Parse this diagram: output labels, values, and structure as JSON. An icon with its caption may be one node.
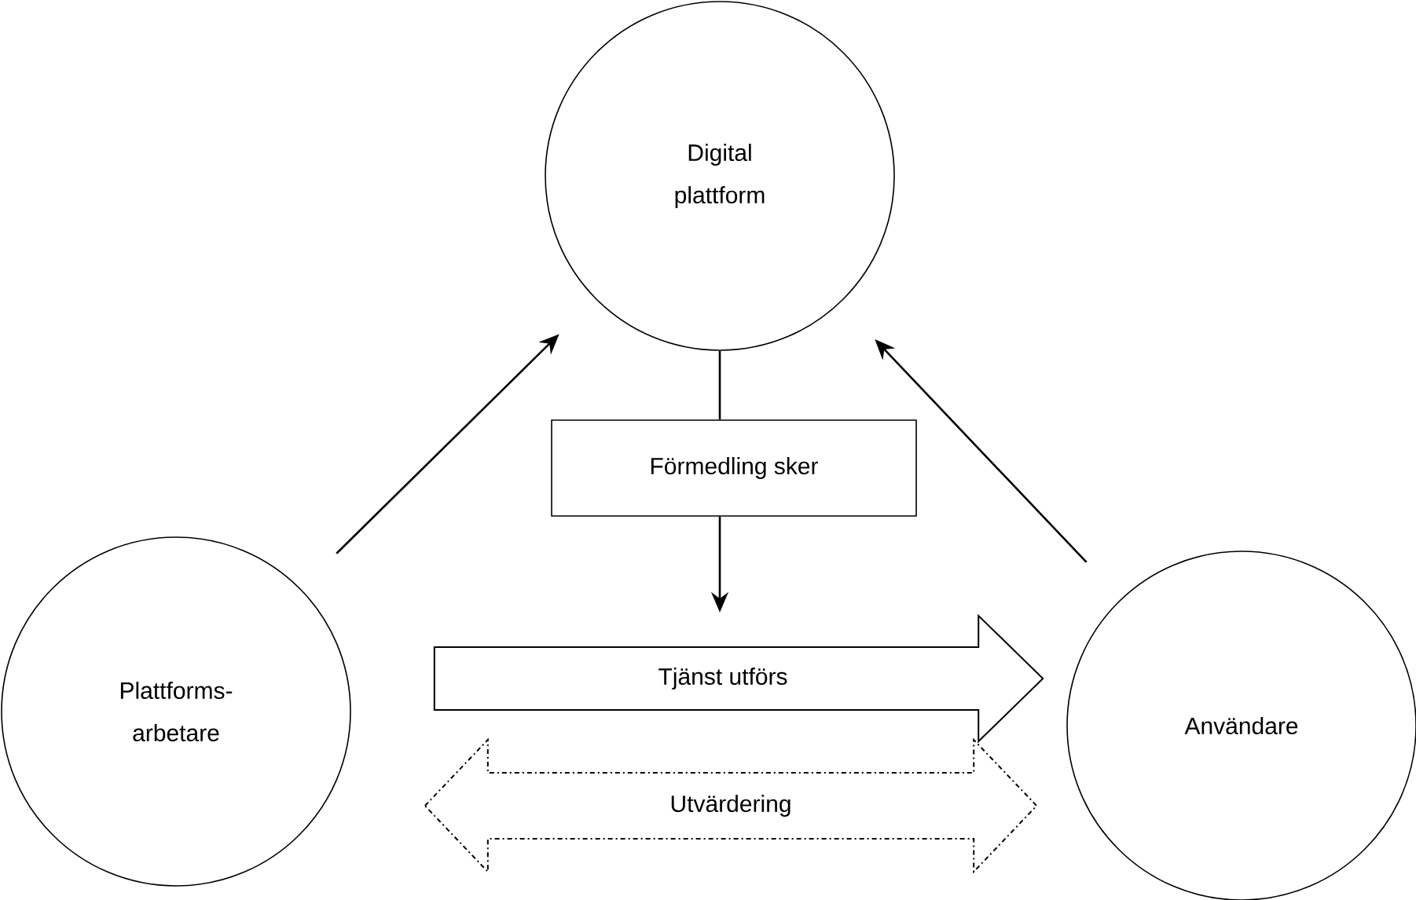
{
  "diagram": {
    "nodes": [
      {
        "text": [
          "Digital plattform"
        ]
      },
      {
        "text": [
          "Förmedling sker"
        ]
      },
      {
        "text": [
          "Plattforms- arbetare"
        ]
      },
      {
        "text": [
          "Användare"
        ]
      }
    ],
    "edges": [
      {
        "from": 2,
        "to": 0,
        "arrow": "to"
      },
      {
        "from": 3,
        "to": 0,
        "arrow": "to"
      },
      {
        "from": 0,
        "to": 1,
        "arrow": "none"
      },
      {
        "from": 1,
        "to": null,
        "arrow": "to"
      },
      {
        "from": 2,
        "to": 3,
        "arrow": "to",
        "label": "Tjänst utförs",
        "style": "thick"
      },
      {
        "from": 2,
        "to": 3,
        "arrow": "both",
        "label": "Utvärdering",
        "style": "dashed"
      }
    ]
  }
}
